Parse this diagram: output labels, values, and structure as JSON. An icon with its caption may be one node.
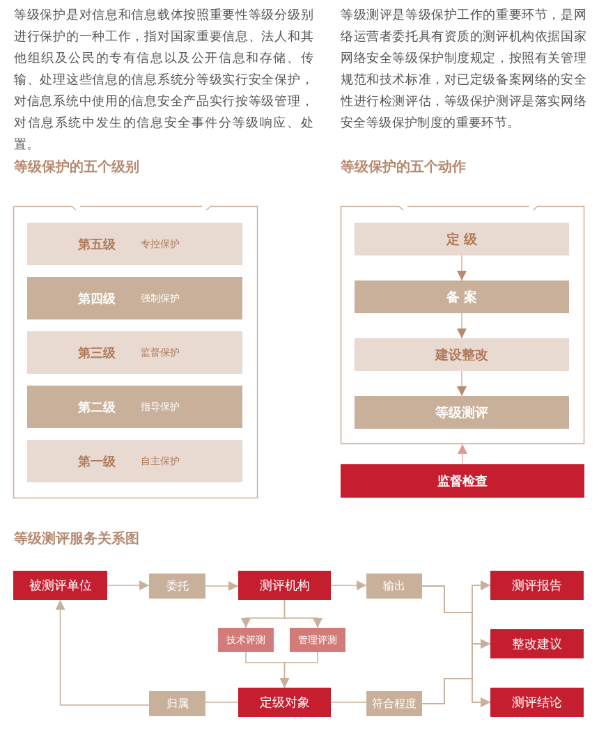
{
  "diagram": {
    "nodes": [
      {
        "text": [],
        "shape": "box"
      },
      {
        "text": [
          "第五级",
          "专控保护"
        ],
        "in": 0
      },
      {
        "text": [
          "第四级",
          "强制保护"
        ],
        "in": 0
      },
      {
        "text": [
          "第三级",
          "监督保护"
        ],
        "in": 0
      },
      {
        "text": [
          "第二级",
          "指导保护"
        ],
        "in": 0
      },
      {
        "text": [
          "第一级",
          "自主保护"
        ],
        "in": 0
      },
      {
        "text": [],
        "shape": "box"
      },
      {
        "text": [
          "定 级"
        ],
        "in": 6
      },
      {
        "text": [
          "备 案"
        ],
        "in": 6
      },
      {
        "text": [
          "建设整改"
        ],
        "in": 6
      },
      {
        "text": [
          "等级测评"
        ],
        "in": 6
      },
      {
        "text": [
          "监督检查"
        ]
      },
      {
        "text": [
          "被测评单位"
        ]
      },
      {
        "text": [
          "委托"
        ]
      },
      {
        "text": [
          "测评机构"
        ]
      },
      {
        "text": [
          "输出"
        ]
      },
      {
        "text": [
          "测评报告"
        ]
      },
      {
        "text": [
          "技术评测"
        ]
      },
      {
        "text": [
          "管理评测"
        ]
      },
      {
        "text": [
          "整改建议"
        ]
      },
      {
        "text": [
          "归属"
        ]
      },
      {
        "text": [
          "定级对象"
        ]
      },
      {
        "text": [
          "符合程度"
        ]
      },
      {
        "text": [
          "测评结论"
        ]
      }
    ],
    "edges": [
      {
        "from": 7,
        "to": 8,
        "arrow": "to",
        "color": "#b88a70"
      },
      {
        "from": 8,
        "to": 9,
        "arrow": "to",
        "color": "#b88a70"
      },
      {
        "from": 9,
        "to": 10,
        "arrow": "to",
        "color": "#b88a70"
      },
      {
        "from": 11,
        "to": 6,
        "arrow": "to",
        "color": "#e09a96"
      },
      {
        "from": 12,
        "to": 13,
        "arrow": "to"
      },
      {
        "from": 13,
        "to": 14,
        "arrow": "to"
      },
      {
        "from": 14,
        "to": 15,
        "arrow": "to"
      },
      {
        "from": 14,
        "to": 17,
        "arrow": "to"
      },
      {
        "from": 14,
        "to": 18,
        "arrow": "to"
      },
      {
        "from": 17,
        "to": 21,
        "arrow": "to"
      },
      {
        "from": 18,
        "to": 21,
        "arrow": "to"
      },
      {
        "from": 15,
        "to": 16,
        "arrow": "to"
      },
      {
        "from": 15,
        "to": 19,
        "arrow": "to"
      },
      {
        "from": 15,
        "to": 23,
        "arrow": "to"
      },
      {
        "from": 22,
        "to": 16,
        "arrow": "to"
      },
      {
        "from": 22,
        "to": 19,
        "arrow": "to"
      },
      {
        "from": 22,
        "to": 23,
        "arrow": "to"
      },
      {
        "from": 21,
        "to": 22,
        "arrow": "none"
      },
      {
        "from": 21,
        "to": 20,
        "arrow": "none"
      },
      {
        "from": 20,
        "to": 12,
        "arrow": "to"
      }
    ],
    "labels": [
      "等级保护是对信息和信息载体按照重要性等级分级别进行保护的一种工作，指对国家重要信息、法人和其他组织及公民的专有信息以及公开信息和存储、传输、处理这些信息的信息系统分等级实行安全保护，对信息系统中使用的信息安全产品实行按等级管理，对信息系统中发生的信息安全事件分等级响应、处置。",
      "等级测评是等级保护工作的重要环节，是网络运营者委托具有资质的测评机构依据国家网络安全等级保护制度规定，按照有关管理规范和技术标准，对已定级备案网络的安全性进行检测评估，等级保护测评是落实网络安全等级保护制度的重要环节。",
      "等级保护的五个级别",
      "等级保护的五个动作",
      "等级测评服务关系图"
    ]
  }
}
